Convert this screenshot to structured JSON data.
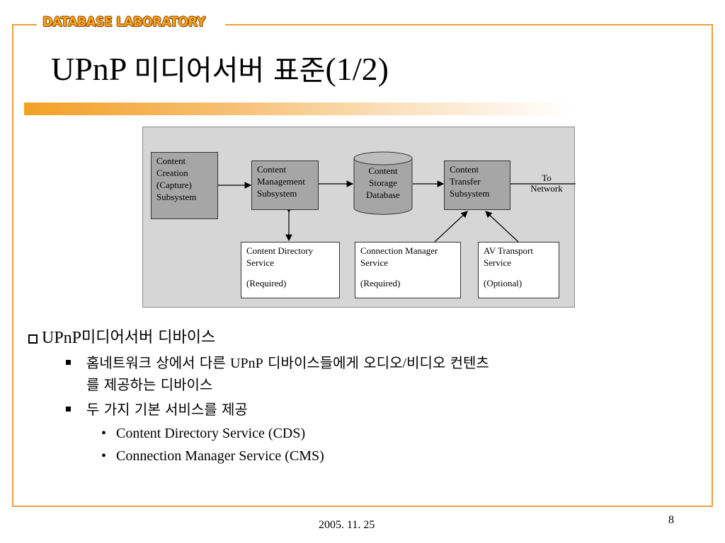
{
  "header": {
    "brand": "DATABASE LABORATORY"
  },
  "slide": {
    "title_latin": "UPnP ",
    "title_korean": "미디어서버 표준",
    "title_suffix": "(1/2)"
  },
  "diagram": {
    "content_creation": [
      "Content",
      "Creation",
      "(Capture)",
      "Subsystem"
    ],
    "content_management": [
      "Content",
      "Management",
      "Subsystem"
    ],
    "content_storage": [
      "Content",
      "Storage",
      "Database"
    ],
    "content_transfer": [
      "Content",
      "Transfer",
      "Subsystem"
    ],
    "to_network": [
      "To",
      "Network"
    ],
    "cds": {
      "name": [
        "Content Directory",
        "Service"
      ],
      "status": "(Required)"
    },
    "cms": {
      "name": [
        "Connection Manager",
        "Service"
      ],
      "status": "(Required)"
    },
    "avt": {
      "name": [
        "AV Transport",
        "Service"
      ],
      "status": "(Optional)"
    }
  },
  "bullets": {
    "heading_latin": "UPnP ",
    "heading_korean": "미디어서버 디바이스",
    "item1_a": "홈네트워크 상에서 다른 ",
    "item1_b": "UPnP",
    "item1_c": " 디바이스들에게 오디오",
    "item1_d": "/",
    "item1_e": "비디오 컨텐츠",
    "item1_line2": "를 제공하는  디바이스",
    "item2": "두 가지 기본 서비스를 제공",
    "sub1": "Content Directory Service (CDS)",
    "sub2": "Connection Manager Service (CMS)"
  },
  "footer": {
    "date": "2005. 11. 25",
    "page_number": "8"
  },
  "colors": {
    "accent": "#e8a33a",
    "brand": "#f3a51e",
    "diagram_bg": "#d6d6d6",
    "subsystem_fill": "#a6a6a6"
  }
}
